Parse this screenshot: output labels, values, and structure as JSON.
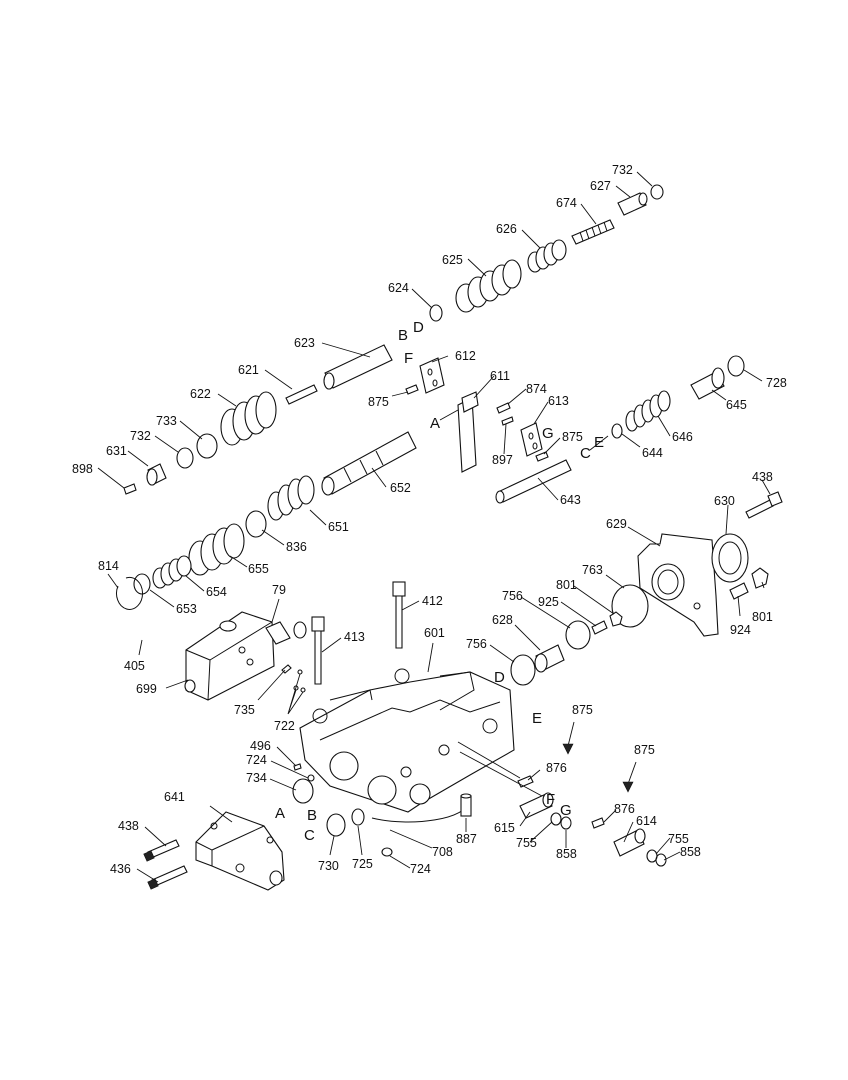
{
  "labels": {
    "p732a": "732",
    "p627": "627",
    "p674": "674",
    "p626": "626",
    "p625": "625",
    "p624": "624",
    "p623": "623",
    "p612": "612",
    "p611": "611",
    "p621": "621",
    "p622": "622",
    "p874": "874",
    "p613": "613",
    "p728": "728",
    "p645": "645",
    "p733": "733",
    "p732b": "732",
    "p631": "631",
    "p898": "898",
    "p875a": "875",
    "p875b": "875",
    "p897": "897",
    "p644": "644",
    "p646": "646",
    "p652": "652",
    "p643": "643",
    "p438a": "438",
    "p630": "630",
    "p629": "629",
    "p651": "651",
    "p836": "836",
    "p655": "655",
    "p654": "654",
    "p653": "653",
    "p814": "814",
    "p79": "79",
    "p763": "763",
    "p801a": "801",
    "p925": "925",
    "p801b": "801",
    "p924": "924",
    "p412": "412",
    "p756a": "756",
    "p628": "628",
    "p405": "405",
    "p413": "413",
    "p601": "601",
    "p756b": "756",
    "p699": "699",
    "p735": "735",
    "p722": "722",
    "p875c": "875",
    "p875d": "875",
    "p496": "496",
    "p724a": "724",
    "p876a": "876",
    "p734": "734",
    "p641": "641",
    "p876b": "876",
    "p614": "614",
    "p438b": "438",
    "p615": "615",
    "p887": "887",
    "p755a": "755",
    "p755b": "755",
    "p858a": "858",
    "p858b": "858",
    "p730": "730",
    "p725": "725",
    "p708": "708",
    "p724b": "724",
    "p436": "436"
  },
  "letters": {
    "B1": "B",
    "D1": "D",
    "F1": "F",
    "A1": "A",
    "G1": "G",
    "C1": "C",
    "E1": "E",
    "D2": "D",
    "E2": "E",
    "F2": "F",
    "G2": "G",
    "A2": "A",
    "B2": "B",
    "C2": "C"
  }
}
